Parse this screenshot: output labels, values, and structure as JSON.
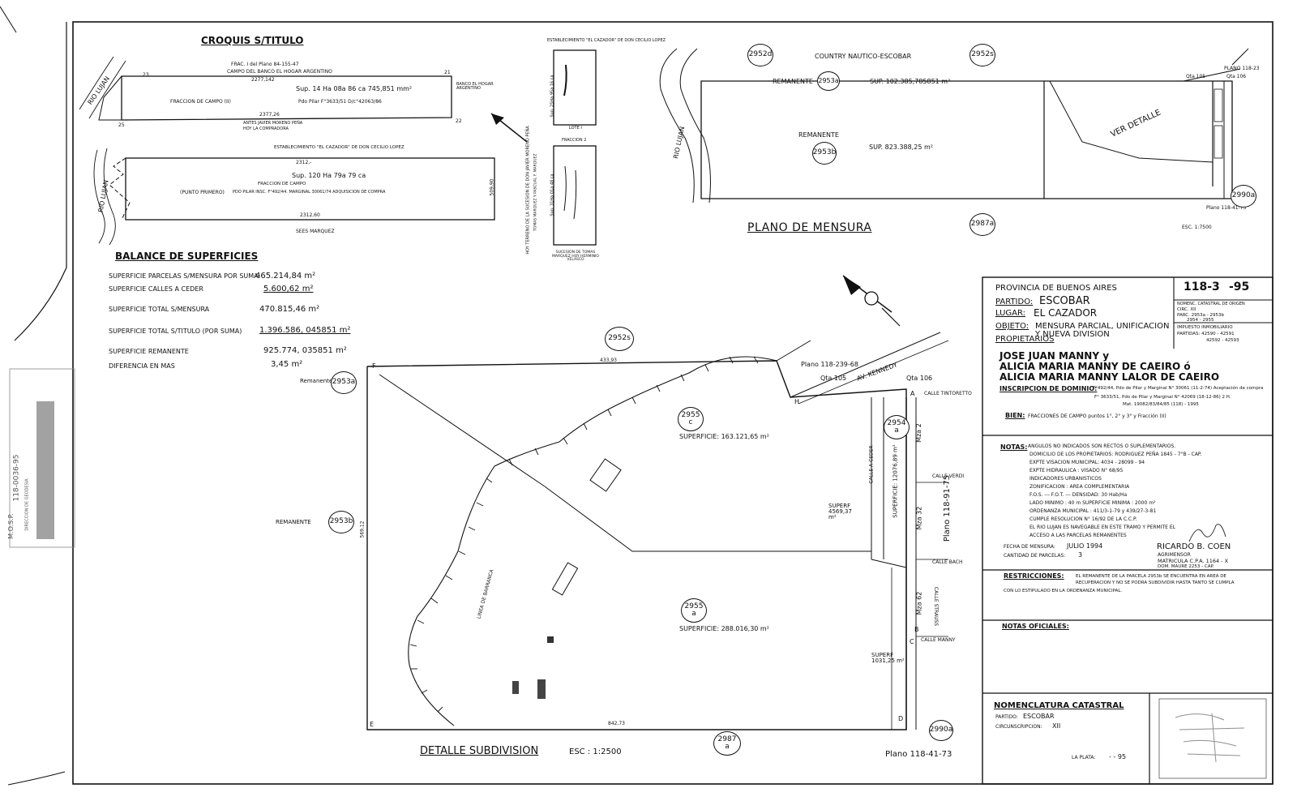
{
  "croquis": {
    "title": "CROQUIS S/TITULO",
    "frac_note": "FRAC. I del Plano 84-155-47",
    "campo_banco": "CAMPO DEL BANCO EL HOGAR ARGENTINO",
    "area1": "Sup. 14 Ha 08a 86 ca 745,851 mm²",
    "fraccion_campo_ii": "FRACCION DE CAMPO (II)",
    "pdo_pilar": "Pdo Pilar F°3633/51 D/c°42063/86",
    "dim_top": "2277,142",
    "dim_bottom": "2377,26",
    "antes": "ANTES JAVIER MORENO PEÑA",
    "hoy": "HOY LA COMPRADORA",
    "banco": "BANCO EL HOGAR ARGENTINO",
    "rio_lujan": "RIO LUJAN",
    "establecimiento": "ESTABLECIMIENTO \"EL CAZADOR\" DE DON CECILIO LOPEZ",
    "dim_2312": "2312,-",
    "area2": "Sup. 120 Ha 79a 79 ca",
    "fraccion_campo": "FRACCION DE CAMPO",
    "punto_primero": "(PUNTO PRIMERO)",
    "pdo_pilar2": "PDO PILAR INSC. F°492/44. MARGINAL 30061/74 ADQUISICION DE COMPRA",
    "dim_2312_60": "2312,60",
    "seez": "SEES MARQUEZ",
    "dim_509": "509,90",
    "sucesion": "HOY TERRENO DE LA SUCESION DE DON JAVIER MORENO PEÑA",
    "v1": "23",
    "v2": "21",
    "v3": "22",
    "v4": "25"
  },
  "sketch2": {
    "establecimiento": "ESTABLECIMIENTO \"EL CAZADOR\" DE DON CECILIO LOPEZ",
    "lote1": "LOTE I",
    "fraccion2": "FRACCION 2",
    "sup1": "Sup. 25Ha 95a 16 ca",
    "sup2": "Sup. 31Ha 01a 48 ca",
    "sucesion": "SUCESION DE TOMAS MARQUEZ HOY HERMINIO VELASCO",
    "tomas": "TOMAS MARQUEZ Y PASCUAL F. MARQUEZ"
  },
  "mensura": {
    "title": "PLANO DE MENSURA",
    "country": "COUNTRY NAUTICO-ESCOBAR",
    "remanente": "REMANENTE",
    "sup_top": "SUP. 102.385,785851 m²",
    "sup_rem": "SUP. 823.388,25 m²",
    "ver_detalle": "VER DETALLE",
    "rio_lujan": "RIO LUJAN",
    "esc": "ESC. 1:7500",
    "plano": "PLANO 118-23",
    "qta105": "Qta 105",
    "qta106": "Qta 106",
    "plano_bottom": "Plano 118-41-73"
  },
  "balance": {
    "title": "BALANCE DE SUPERFICIES",
    "rows": [
      {
        "label": "SUPERFICIE PARCELAS S/MENSURA POR SUMA:",
        "value": "465.214,84 m²"
      },
      {
        "label": "SUPERFICIE CALLES A CEDER",
        "value": "5.600,62 m²"
      },
      {
        "label": "SUPERFICIE TOTAL S/MENSURA",
        "value": "470.815,46 m²"
      },
      {
        "label": "SUPERFICIE TOTAL S/TITULO (POR SUMA)",
        "value": "1.396.586, 045851 m²"
      },
      {
        "label": "SUPERFICIE REMANENTE",
        "value": "925.774, 035851 m²"
      },
      {
        "label": "DIFERENCIA EN MAS",
        "value": "3,45 m²"
      }
    ]
  },
  "detalle": {
    "title": "DETALLE SUBDIVISION",
    "esc": "ESC : 1:2500",
    "remanente_a": "Remanente",
    "remanente_b": "REMANENTE",
    "plano_top": "Plano 118-239-68",
    "av_kennedy": "AV. KENNEDY",
    "qta105": "Qta 105",
    "qta106": "Qta 106",
    "calle_tintoretto": "CALLE TINTORETTO",
    "calle_verdi": "CALLE VERDI",
    "calle_bach": "CALLE BACH",
    "calle_manny": "CALLE MANNY",
    "calle_strauss": "CALLE STRAUSS",
    "calle_ceder": "CALLE A CEDER",
    "sup_c": "SUPERFICIE: 163.121,65 m²",
    "sup_a": "SUPERFICIE: 288.016,30 m²",
    "sup_2954": "SUPERFICIE: 12076,89 m²",
    "superf1": "SUPERF 4569,37 m²",
    "superf2": "SUPERF 1031,25 m²",
    "mza2": "Mza 2",
    "mza32": "Mza 32",
    "mza62": "Mza 62",
    "plano_v": "Plano 118-91-75",
    "plano_bottom": "Plano 118-41-73",
    "linea_barranca": "LINEA DE BARRANCA",
    "dim_left": "569,12",
    "dim_bottom": "842,73",
    "dim_top": "433,93",
    "pt_f": "F",
    "pt_h": "H",
    "pt_a": "A",
    "pt_b": "B",
    "pt_c": "C",
    "pt_d": "D",
    "pt_e": "E"
  },
  "parcels": [
    {
      "id": "2952d"
    },
    {
      "id": "2952s"
    },
    {
      "id": "2953a"
    },
    {
      "id": "2953b"
    },
    {
      "id": "2990a"
    },
    {
      "id": "2987a"
    }
  ],
  "info": {
    "provincia": "PROVINCIA DE BUENOS AIRES",
    "plano_num": "118-3",
    "plano_num2": "-95",
    "partido_lbl": "PARTIDO:",
    "partido": "ESCOBAR",
    "lugar_lbl": "LUGAR:",
    "lugar": "EL CAZADOR",
    "objeto_lbl": "OBJETO:",
    "objeto": "MENSURA PARCIAL, UNIFICACION Y NUEVA DIVISION",
    "propietarios": "PROPIETARIOS",
    "owner1": "JOSE JUAN MANNY y",
    "owner2": "ALICIA MARIA MANNY DE CAEIRO ó",
    "owner3": "ALICIA MARIA MANNY LALOR DE CAEIRO",
    "inscripcion_lbl": "INSCRIPCION DE DOMINIO:",
    "inscripcion": "F°492/44, Pdo de Pilar y Marginal N° 30061 (11-2-74) Aceptación de compra",
    "inscripcion2": "F° 3633/51, Pdo de Pilar y Marginal N° 42069 (18-12-86) 2 H.",
    "inscripcion3": "Mat. 19082/83/84/85 (118) - 1995",
    "bien_lbl": "BIEN:",
    "bien": "FRACCIONES DE CAMPO puntos 1°, 2° y 3° y Fracción (II)",
    "nomenc_head": "NOMENC. CATASTRAL DE ORIGEN",
    "circ": "CIRC. XII",
    "parc": "PARC. 2953a - 2953b",
    "parc2": "2954 - 2955",
    "impuesto": "IMPUESTO INMOBILIARIO",
    "partidas": "PARTIDAS: 42590 - 42591",
    "partidas2": "42592 - 42593"
  },
  "notas": {
    "title": "NOTAS:",
    "lines": [
      "ANGULOS NO INDICADOS SON RECTOS O SUPLEMENTARIOS.",
      "DOMICILIO DE LOS PROPIETARIOS: RODRIGUEZ PEÑA 1845 - 7°B - CAP.",
      "EXPTE VISACION MUNICIPAL: 4034 - 28099 - 94",
      "EXPTE HIDRAULICA : VISADO N° 68/95",
      "INDICADORES URBANISTICOS",
      "ZONIFICACION : AREA COMPLEMENTARIA",
      "F.O.S. ---   F.O.T. ---   DENSIDAD: 30 Hab/Ha",
      "LADO MINIMO : 40 m   SUPERFICIE MINIMA : 2000 m²",
      "ORDENANZA MUNICIPAL : 411/3-1-79 y 439/27-3-81",
      "CUMPLE RESOLUCION N° 16/92 DE LA C.C.P.",
      "EL RIO LUJAN ES NAVEGABLE EN ESTE TRAMO Y PERMITE EL",
      "ACCESO A LAS PARCELAS REMANENTES"
    ],
    "fecha_lbl": "FECHA DE MENSURA:",
    "fecha": "JULIO 1994",
    "cantidad_lbl": "CANTIDAD DE PARCELAS:",
    "cantidad": "3",
    "agrimensor": "RICARDO B. COEN",
    "agrimensor_title": "AGRIMENSOR",
    "matricula": "MATRICULA C.P.A. 1164 - X",
    "domicilio": "DOM. MAURE 2253 - CAP."
  },
  "restricciones": {
    "title": "RESTRICCIONES:",
    "text1": "EL REMANENTE DE LA PARCELA 2953b SE ENCUENTRA EN AREA DE",
    "text2": "RECUPERACION Y NO SE PODRA SUBDIVIDIR HASTA TANTO SE CUMPLA",
    "text3": "CON LO ESTIPULADO EN LA ORDENANZA MUNICIPAL."
  },
  "oficiales": {
    "title": "NOTAS OFICIALES:"
  },
  "nomenclatura": {
    "title": "NOMENCLATURA CATASTRAL",
    "partido_lbl": "PARTIDO:",
    "partido": "ESCOBAR",
    "circ_lbl": "CIRCUNSCRIPCION:",
    "circ": "XII",
    "la_plata": "LA PLATA:",
    "la_plata_val": "- - 95"
  },
  "side_stamp": {
    "code": "118-0036-95",
    "mosp": "M.O.S.P.",
    "dir": "DIRECCION DE GEODESIA"
  }
}
